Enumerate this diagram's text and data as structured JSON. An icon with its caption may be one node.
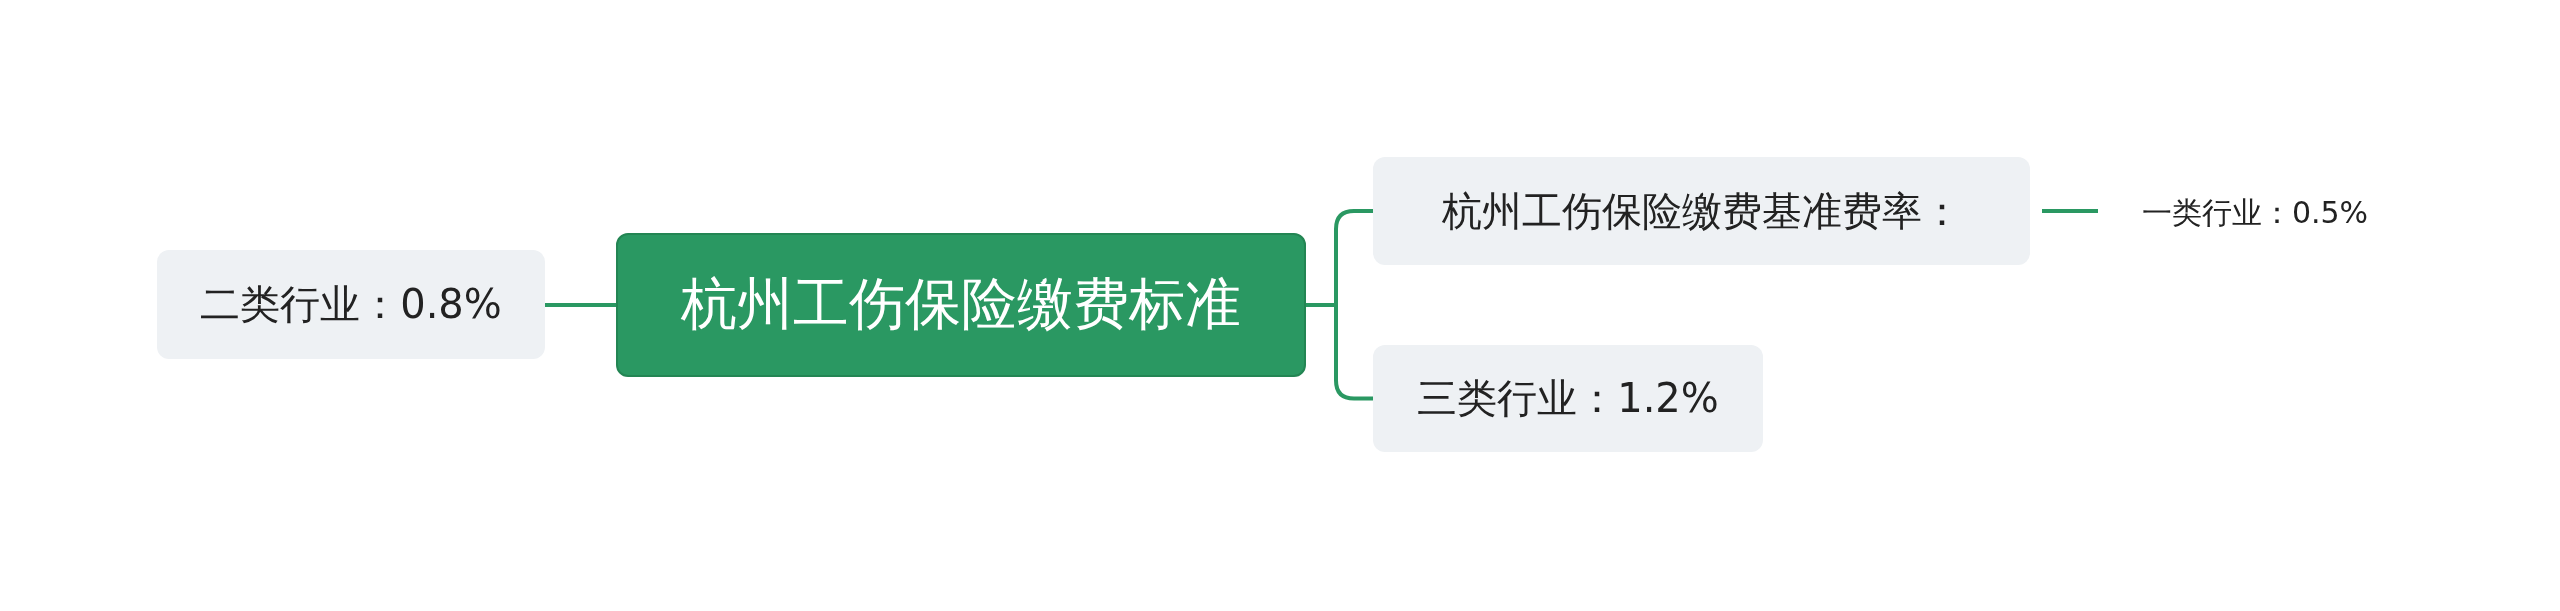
{
  "diagram": {
    "nodes": [
      {
        "text": [
          "杭州工伤保险缴费标准"
        ]
      },
      {
        "text": [
          "二类行业：0.8%"
        ]
      },
      {
        "text": [
          "杭州工伤保险缴费基准费率："
        ]
      },
      {
        "text": [
          "一类行业：0.5%"
        ]
      },
      {
        "text": [
          "三类行业：1.2%"
        ]
      }
    ],
    "edges": [
      {
        "from": 0,
        "to": 1,
        "arrow": "none"
      },
      {
        "from": 0,
        "to": 2,
        "arrow": "none"
      },
      {
        "from": 2,
        "to": 3,
        "arrow": "none"
      },
      {
        "from": 0,
        "to": 4,
        "arrow": "none"
      }
    ]
  }
}
